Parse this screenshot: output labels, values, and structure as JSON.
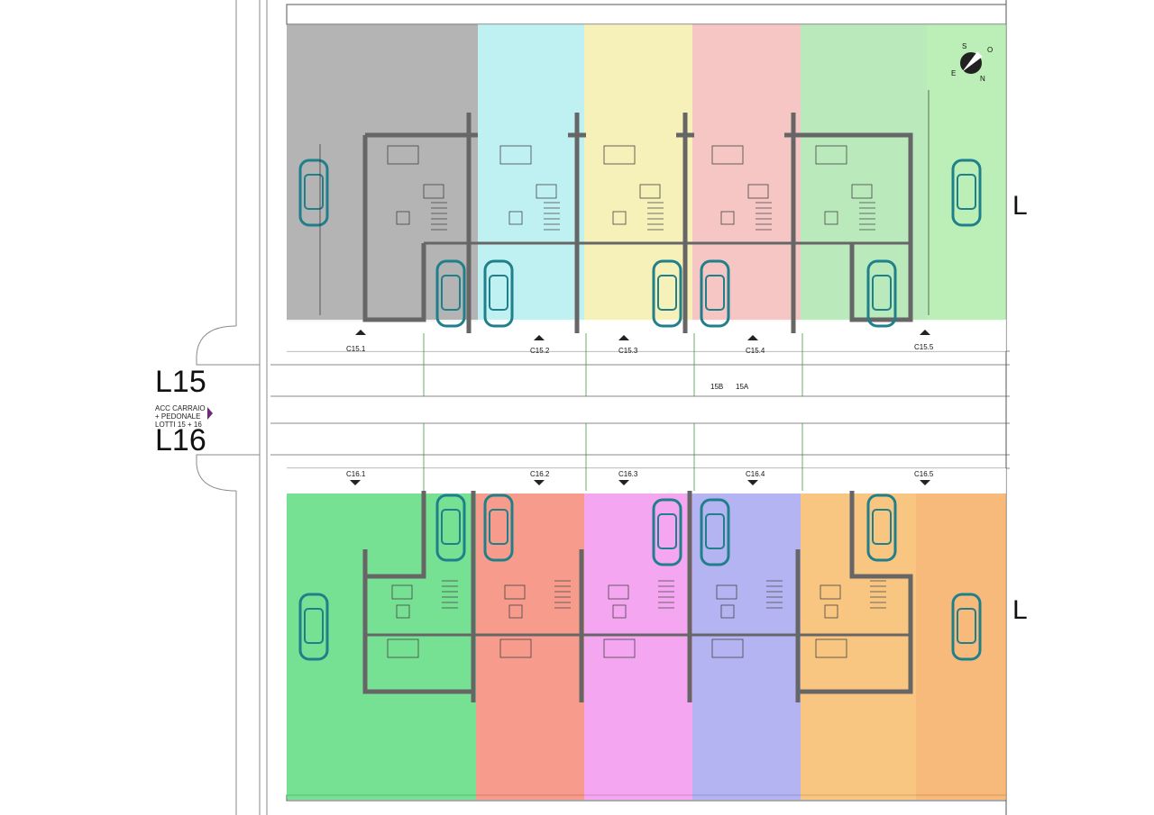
{
  "labels": {
    "lot_top": "L15",
    "lot_bottom": "L16",
    "access_line1": "ACC CARRAIO",
    "access_line2": "+ PEDONALE",
    "access_line3": "LOTTI 15 + 16",
    "edge_right_top": "L",
    "edge_right_bottom": "L",
    "section_a": "15B",
    "section_b": "15A"
  },
  "compass": [
    "S",
    "O",
    "E",
    "N"
  ],
  "units_top": [
    "C15.1",
    "C15.2",
    "C15.3",
    "C15.4",
    "C15.5"
  ],
  "units_bottom": [
    "C16.1",
    "C16.2",
    "C16.3",
    "C16.4",
    "C16.5"
  ],
  "colors": {
    "top": [
      "#9b9b9b",
      "#a9ecef",
      "#f3eba2",
      "#f3b3b0",
      "#a3e3a5"
    ],
    "top_extra": "#a6ea9f",
    "bottom": [
      "#54d878",
      "#f5836f",
      "#f290ee",
      "#a3a1f0",
      "#f7b863"
    ],
    "bottom_extra": "#f5a95a",
    "wall": "#6f6f6f",
    "car": "#1f7f8a"
  }
}
